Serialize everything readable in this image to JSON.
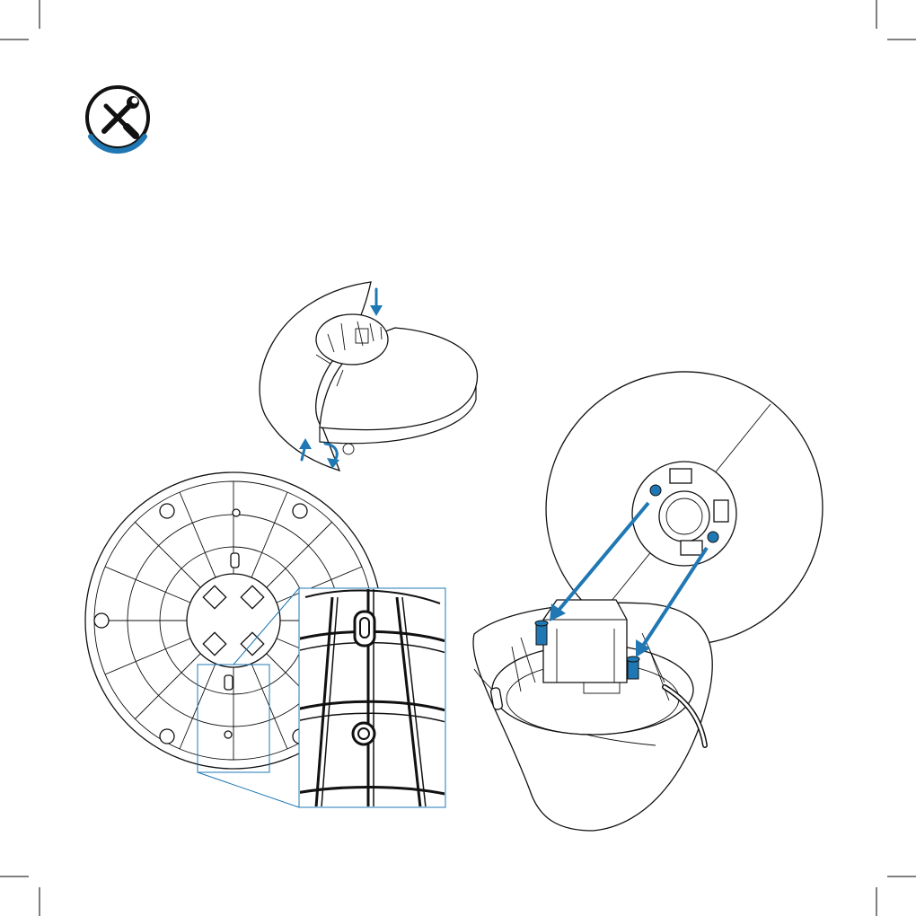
{
  "icon": {
    "name": "tools-icon"
  },
  "colors": {
    "accent": "#1f78b4",
    "outline": "#111111",
    "background": "#ffffff"
  },
  "panels": [
    {
      "name": "stand-top-view-panel"
    },
    {
      "name": "stand-bottom-view-panel"
    },
    {
      "name": "detail-zoom-panel"
    },
    {
      "name": "base-mounting-panel"
    }
  ]
}
